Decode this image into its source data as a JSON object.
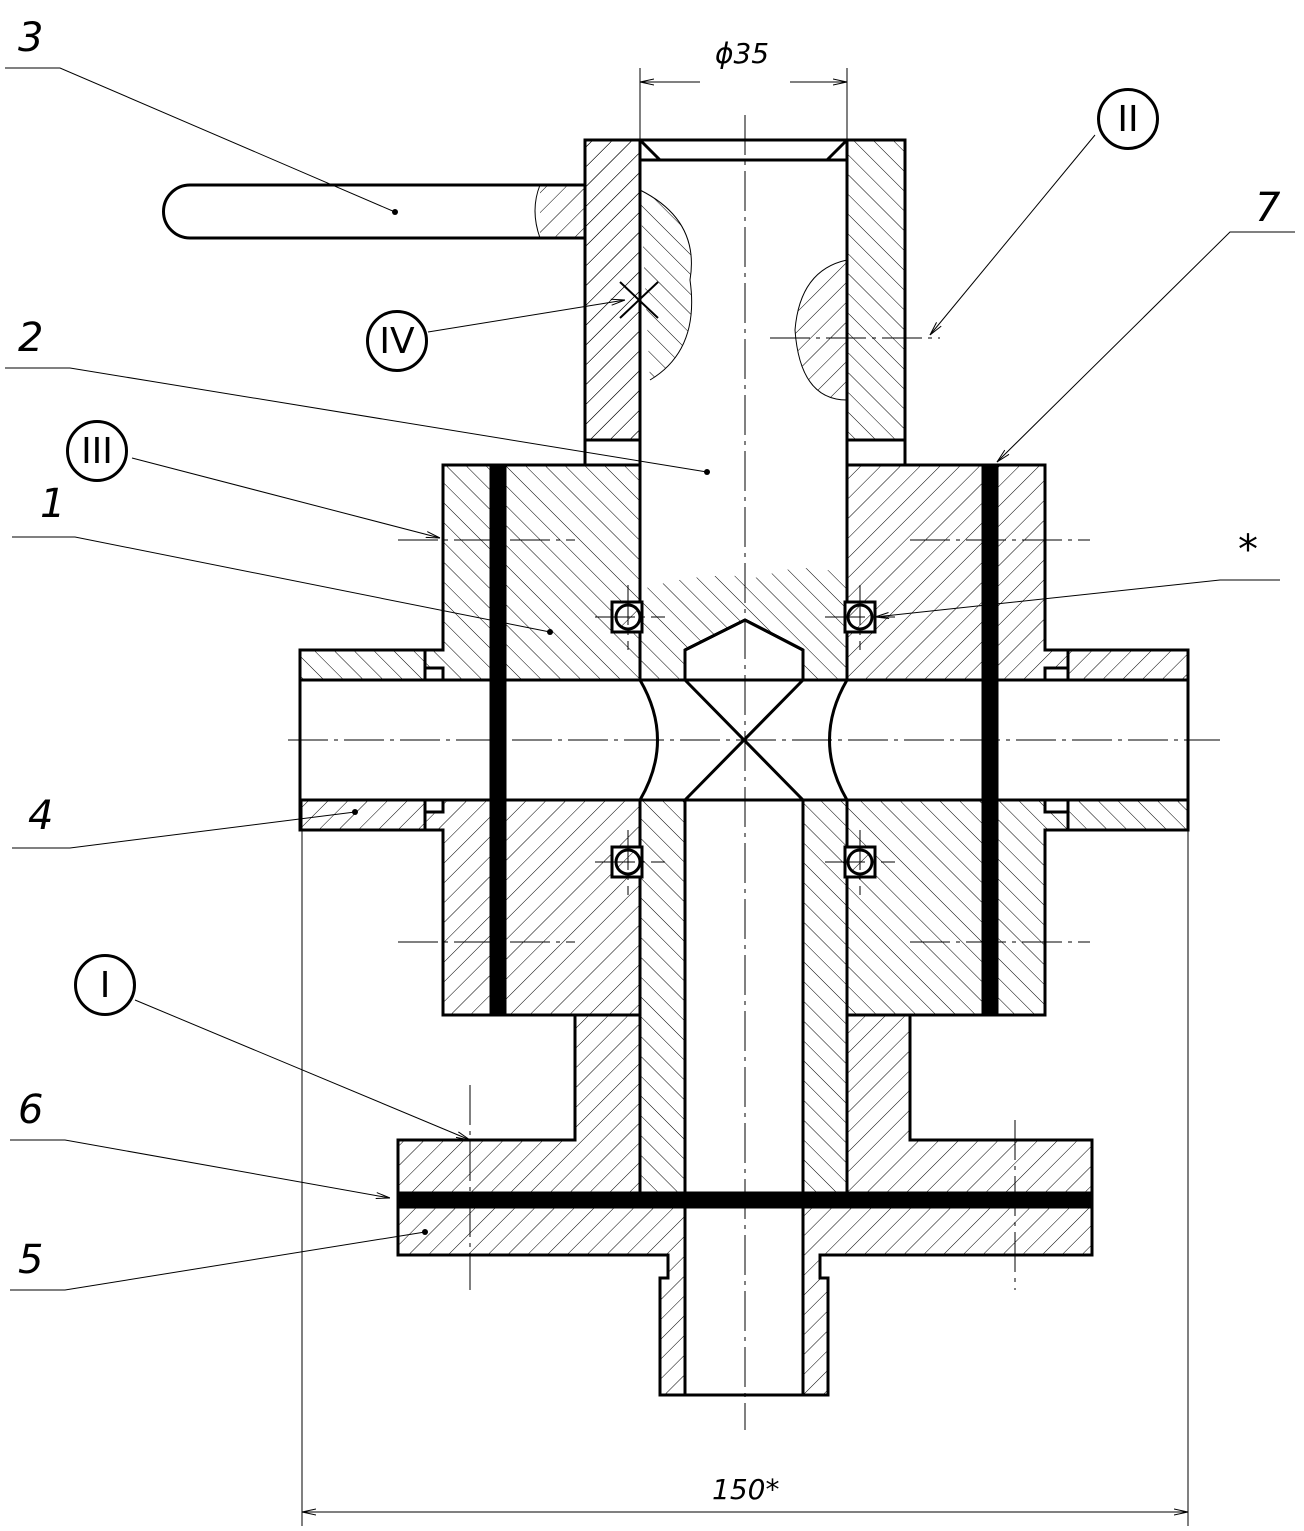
{
  "drawing": {
    "part_labels": [
      "1",
      "2",
      "3",
      "4",
      "5",
      "6",
      "7"
    ],
    "special_mark": "*",
    "views": [
      "I",
      "II",
      "III",
      "IV"
    ],
    "dimensions": {
      "bore": "ϕ35",
      "overall_width": "150*"
    }
  }
}
